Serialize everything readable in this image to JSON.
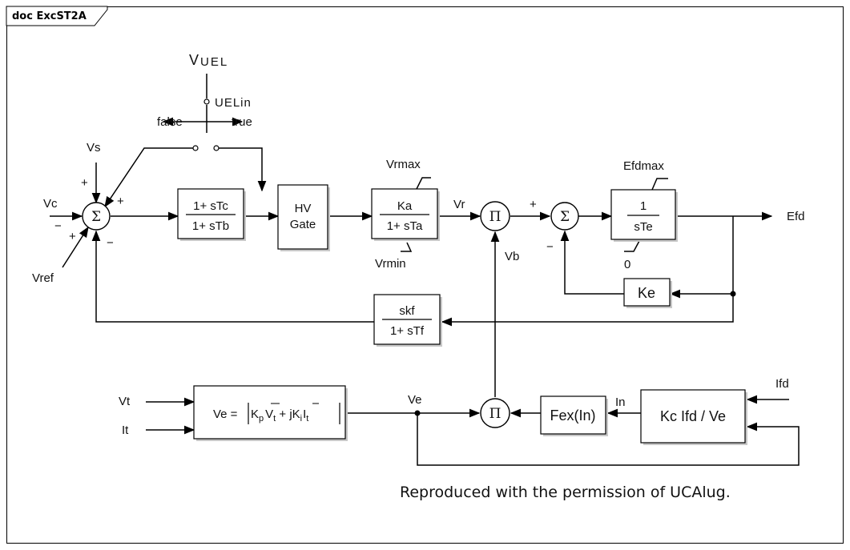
{
  "frame": {
    "tab_label": "doc ExcST2A"
  },
  "signals": {
    "vuel": "V",
    "vuel_sub": "UEL",
    "uelin": "UELin",
    "false": "false",
    "true": "true",
    "vs": "Vs",
    "vc": "Vc",
    "vref": "Vref",
    "vrmax": "Vrmax",
    "vrmin": "Vrmin",
    "vr": "Vr",
    "vb": "Vb",
    "efdmax": "Efdmax",
    "efd": "Efd",
    "zero": "0",
    "vt": "Vt",
    "it": "It",
    "ve": "Ve",
    "ifd": "Ifd",
    "in": "In"
  },
  "signs": {
    "plus": "+",
    "minus": "−"
  },
  "symbols": {
    "sum": "Σ",
    "product": "Π"
  },
  "blocks": {
    "lead_lag_num": "1+ sTc",
    "lead_lag_den": "1+ sTb",
    "hv_gate_1": "HV",
    "hv_gate_2": "Gate",
    "ka_num": "Ka",
    "ka_den": "1+ sTa",
    "te_num": "1",
    "te_den": "sTe",
    "ke": "Ke",
    "kf_num": "skf",
    "kf_den": "1+ sTf",
    "ve_eq_prefix": "Ve = ",
    "ve_eq_kp": "K",
    "ve_eq_p": "p",
    "ve_eq_vt": "V",
    "ve_eq_t1": "t",
    "ve_eq_plus": " + jK",
    "ve_eq_i": "i",
    "ve_eq_it": "I",
    "ve_eq_t2": "t",
    "fex": "Fex(In)",
    "kc": "Kc Ifd / Ve"
  },
  "note": "Reproduced with the permission of UCAlug."
}
